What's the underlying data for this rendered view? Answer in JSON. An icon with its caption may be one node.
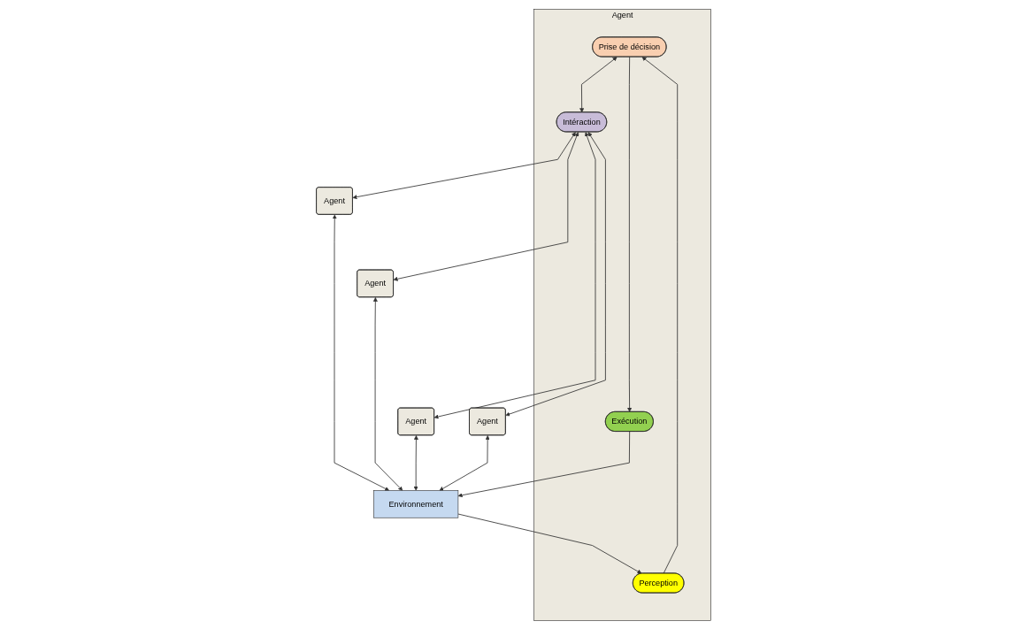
{
  "diagram": {
    "nodes": [
      {
        "text": [
          "Agent"
        ]
      },
      {
        "text": [
          "Prise de décision"
        ],
        "in": 0
      },
      {
        "text": [
          "Intéraction"
        ],
        "in": 0
      },
      {
        "text": [
          "Perception"
        ],
        "in": 0
      },
      {
        "text": [
          "Exécution"
        ],
        "in": 0
      },
      {
        "text": [
          "Agent"
        ]
      },
      {
        "text": [
          "Agent"
        ]
      },
      {
        "text": [
          "Agent"
        ]
      },
      {
        "text": [
          "Agent"
        ]
      },
      {
        "text": [
          "Environnement"
        ]
      }
    ],
    "edges": [
      {
        "from": 1,
        "to": 2,
        "arrow": "both"
      },
      {
        "from": 1,
        "to": 4,
        "arrow": "to"
      },
      {
        "from": 3,
        "to": 1,
        "arrow": "to"
      },
      {
        "from": 9,
        "to": 3,
        "arrow": "to"
      },
      {
        "from": 4,
        "to": 9,
        "arrow": "to"
      },
      {
        "from": 2,
        "to": 5,
        "arrow": "both"
      },
      {
        "from": 2,
        "to": 6,
        "arrow": "both"
      },
      {
        "from": 2,
        "to": 7,
        "arrow": "both"
      },
      {
        "from": 2,
        "to": 8,
        "arrow": "both"
      },
      {
        "from": 5,
        "to": 9,
        "arrow": "both"
      },
      {
        "from": 7,
        "to": 9,
        "arrow": "both"
      },
      {
        "from": 8,
        "to": 9,
        "arrow": "both"
      },
      {
        "from": 6,
        "to": 9,
        "arrow": "both"
      }
    ]
  }
}
